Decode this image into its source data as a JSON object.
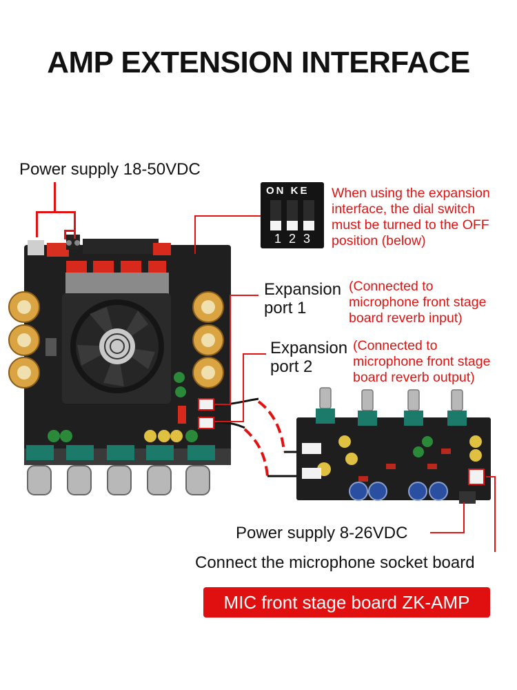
{
  "title": "AMP EXTENSION INTERFACE",
  "labels": {
    "power_main": "Power supply 18-50VDC",
    "expansion1_title_line1": "Expansion",
    "expansion1_title_line2": "port 1",
    "expansion1_note_line1": "(Connected to",
    "expansion1_note_line2": "microphone front stage",
    "expansion1_note_line3": "board reverb input)",
    "expansion2_title_line1": "Expansion",
    "expansion2_title_line2": "port 2",
    "expansion2_note_line1": "(Connected to",
    "expansion2_note_line2": "microphone front stage",
    "expansion2_note_line3": "board reverb output)",
    "power_mic": "Power supply 8-26VDC",
    "mic_socket": "Connect the microphone socket board",
    "banner": "MIC front stage board ZK-AMP"
  },
  "dip_switch": {
    "header": "ON KE",
    "footer": "1 2 3",
    "note_line1": "When using the expansion",
    "note_line2": "interface, the dial switch",
    "note_line3": "must be turned to the OFF",
    "note_line4": "position (below)"
  },
  "colors": {
    "accent_red": "#e01212",
    "board": "#1e1e1e",
    "capacitor_gold": "#d9a441",
    "banner_bg": "#e01010"
  }
}
